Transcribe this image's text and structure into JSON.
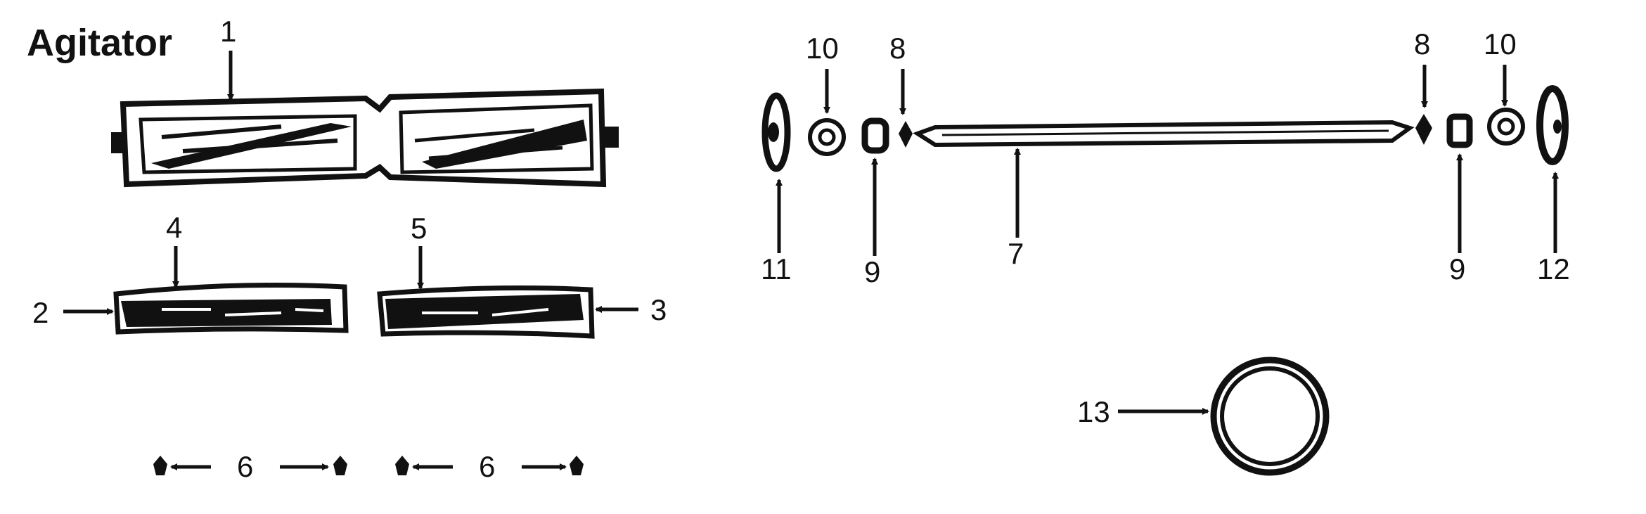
{
  "title": "Agitator",
  "labels": {
    "agitator_body": "1",
    "left_bristle_end": "2",
    "right_bristle_end": "3",
    "left_bristle_strip": "4",
    "right_bristle_strip": "5",
    "screws_left": "6",
    "screws_right": "6",
    "shaft": "7",
    "left_washer": "8",
    "right_washer": "8",
    "left_bearing": "9",
    "right_bearing": "9",
    "left_bearing_cap": "10",
    "right_bearing_cap": "10",
    "left_end_cap": "11",
    "right_end_cap": "12",
    "belt": "13"
  },
  "colors": {
    "ink": "#111111",
    "paper": "#ffffff"
  }
}
